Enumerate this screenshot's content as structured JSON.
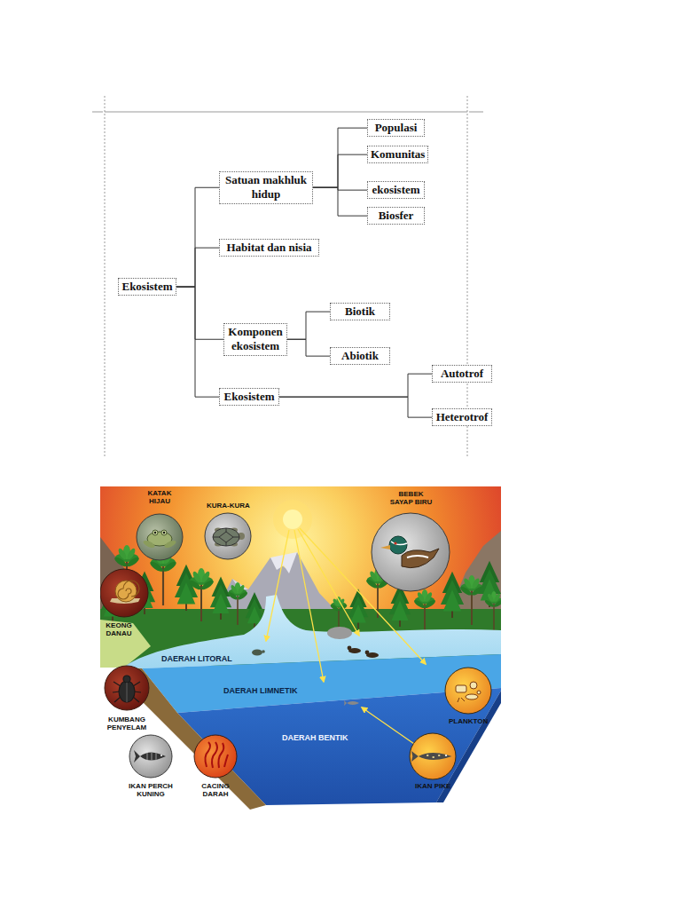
{
  "diagram": {
    "nodes": [
      {
        "text": [
          "Ekosistem"
        ]
      },
      {
        "text": [
          "Satuan makhluk hidup"
        ]
      },
      {
        "text": [
          "Populasi"
        ]
      },
      {
        "text": [
          "Komunitas"
        ]
      },
      {
        "text": [
          "ekosistem"
        ]
      },
      {
        "text": [
          "Biosfer"
        ]
      },
      {
        "text": [
          "Habitat dan nisia"
        ]
      },
      {
        "text": [
          "Komponen ekosistem"
        ]
      },
      {
        "text": [
          "Biotik"
        ]
      },
      {
        "text": [
          "Abiotik"
        ]
      },
      {
        "text": [
          "Ekosistem"
        ]
      },
      {
        "text": [
          "Autotrof"
        ]
      },
      {
        "text": [
          "Heterotrof"
        ]
      }
    ],
    "edges": [
      {
        "from": 0,
        "to": 1,
        "arrow": "none"
      },
      {
        "from": 0,
        "to": 6,
        "arrow": "none"
      },
      {
        "from": 0,
        "to": 7,
        "arrow": "none"
      },
      {
        "from": 0,
        "to": 10,
        "arrow": "none"
      },
      {
        "from": 1,
        "to": 2,
        "arrow": "none"
      },
      {
        "from": 1,
        "to": 3,
        "arrow": "none"
      },
      {
        "from": 1,
        "to": 4,
        "arrow": "none"
      },
      {
        "from": 1,
        "to": 5,
        "arrow": "none"
      },
      {
        "from": 7,
        "to": 8,
        "arrow": "none"
      },
      {
        "from": 7,
        "to": 9,
        "arrow": "none"
      },
      {
        "from": 10,
        "to": 11,
        "arrow": "none"
      },
      {
        "from": 10,
        "to": 12,
        "arrow": "none"
      }
    ],
    "labels": [
      "KATAK HIJAU",
      "KURA-KURA",
      "BEBEK SAYAP BIRU",
      "KEONG DANAU",
      "DAERAH LITORAL",
      "DAERAH LIMNETIK",
      "KUMBANG PENYELAM",
      "PLANKTON",
      "DAERAH BENTIK",
      "IKAN PERCH KUNING",
      "CACING DARAH",
      "IKAN PIKE"
    ]
  }
}
